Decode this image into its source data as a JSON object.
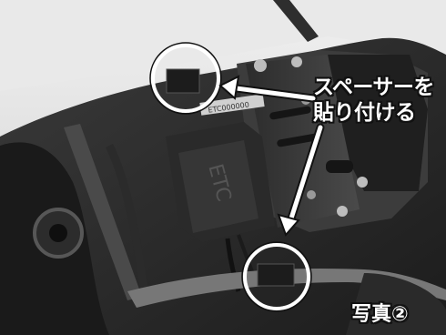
{
  "image": {
    "subject": "motorcycle rear frame under the seat, ETC unit and rear fender",
    "tones": {
      "background": "#e6e6e6",
      "dark": "#262626",
      "mid": "#6e6e6e",
      "light": "#bdbdbd",
      "circle": "#ffffff"
    }
  },
  "callout": {
    "line1": "スペーサーを",
    "line2": "貼り付ける"
  },
  "photo_number": "写真②",
  "unit_marks": {
    "label_strip": "ETC000000",
    "logo": "ETC"
  },
  "circles": [
    {
      "name": "upper-spacer-location"
    },
    {
      "name": "lower-spacer-location"
    }
  ]
}
